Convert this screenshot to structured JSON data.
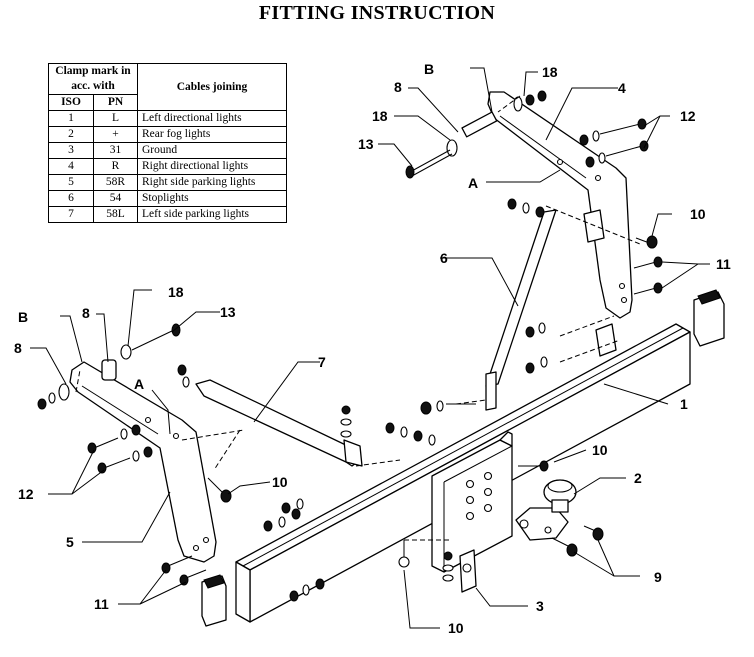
{
  "title": "FITTING INSTRUCTION",
  "table": {
    "header_clamp": "Clamp mark in acc. with",
    "header_cables": "Cables joining",
    "header_iso": "ISO",
    "header_pn": "PN",
    "rows": [
      {
        "iso": "1",
        "pn": "L",
        "desc": "Left directional lights"
      },
      {
        "iso": "2",
        "pn": "+",
        "desc": "Rear fog lights"
      },
      {
        "iso": "3",
        "pn": "31",
        "desc": "Ground"
      },
      {
        "iso": "4",
        "pn": "R",
        "desc": "Right directional lights"
      },
      {
        "iso": "5",
        "pn": "58R",
        "desc": "Right side parking lights"
      },
      {
        "iso": "6",
        "pn": "54",
        "desc": "Stoplights"
      },
      {
        "iso": "7",
        "pn": "58L",
        "desc": "Left side parking lights"
      }
    ]
  },
  "callouts": {
    "part_1": "1",
    "part_2": "2",
    "part_3": "3",
    "part_4": "4",
    "part_5": "5",
    "part_6": "6",
    "part_7": "7",
    "part_8": "8",
    "part_9": "9",
    "part_10": "10",
    "part_11": "11",
    "part_12": "12",
    "part_13": "13",
    "part_18": "18",
    "detail_a": "A",
    "detail_b": "B"
  }
}
